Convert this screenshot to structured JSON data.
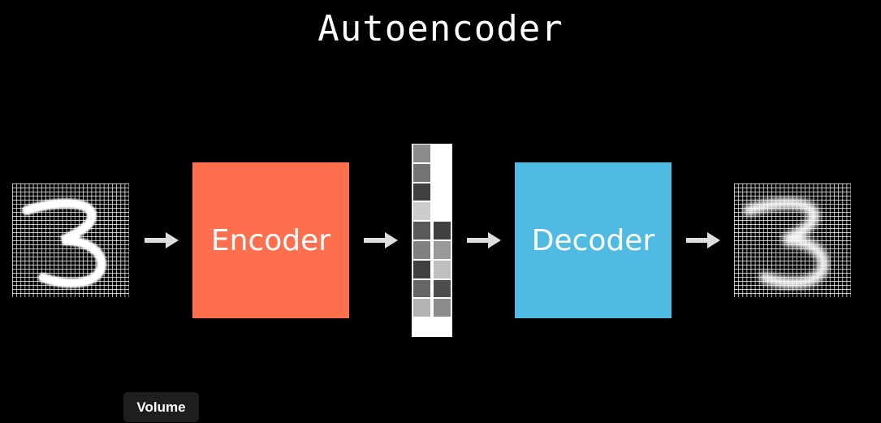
{
  "title": "Autoencoder",
  "encoder": {
    "label": "Encoder",
    "color": "#ff6f4e"
  },
  "decoder": {
    "label": "Decoder",
    "color": "#50bbe2"
  },
  "input_digit": "3",
  "output_digit": "3",
  "latent_vector": {
    "left": [
      0.55,
      0.45,
      0.25,
      0.8,
      0.35,
      0.5,
      0.25,
      0.4,
      0.7,
      1.0
    ],
    "right": [
      1.0,
      1.0,
      1.0,
      1.0,
      0.25,
      0.6,
      0.75,
      0.3,
      0.55,
      1.0
    ]
  },
  "tooltip": "Volume"
}
